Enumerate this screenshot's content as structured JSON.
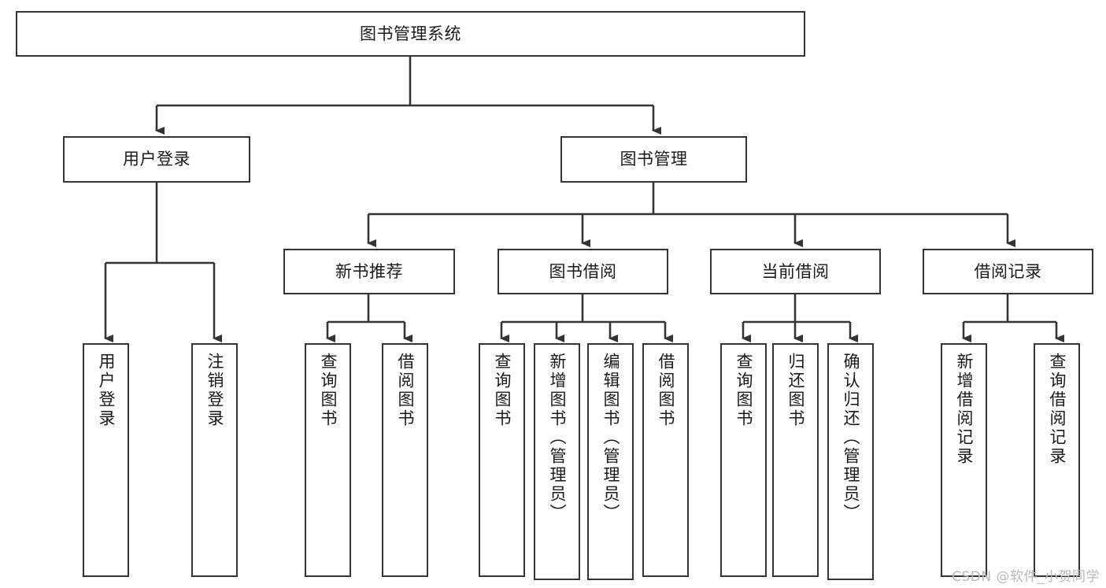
{
  "diagram": {
    "title": "图书管理系统",
    "type": "tree-hierarchy",
    "orientation": "top-down",
    "colors": {
      "box_border": "#343434",
      "box_fill": "#ffffff",
      "edge": "#343434",
      "text": "#1a1a1a",
      "watermark": "#b9b9b9",
      "background": "#ffffff"
    },
    "root": {
      "label": "图书管理系统"
    },
    "level1": [
      {
        "label": "用户登录"
      },
      {
        "label": "图书管理"
      }
    ],
    "level2": [
      {
        "label": "新书推荐"
      },
      {
        "label": "图书借阅"
      },
      {
        "label": "当前借阅"
      },
      {
        "label": "借阅记录"
      }
    ],
    "leaves": {
      "user_login": [
        {
          "label": "用户登录"
        },
        {
          "label": "注销登录"
        }
      ],
      "new_book_recommend": [
        {
          "label": "查询图书"
        },
        {
          "label": "借阅图书"
        }
      ],
      "book_borrow": [
        {
          "label": "查询图书"
        },
        {
          "label": "新增图书（管理员）"
        },
        {
          "label": "编辑图书（管理员）"
        },
        {
          "label": "借阅图书"
        }
      ],
      "current_borrow": [
        {
          "label": "查询图书"
        },
        {
          "label": "归还图书"
        },
        {
          "label": "确认归还（管理员）"
        }
      ],
      "borrow_record": [
        {
          "label": "新增借阅记录"
        },
        {
          "label": "查询借阅记录"
        }
      ]
    }
  },
  "watermark": {
    "text": "CSDN @软件_小贺同学"
  }
}
